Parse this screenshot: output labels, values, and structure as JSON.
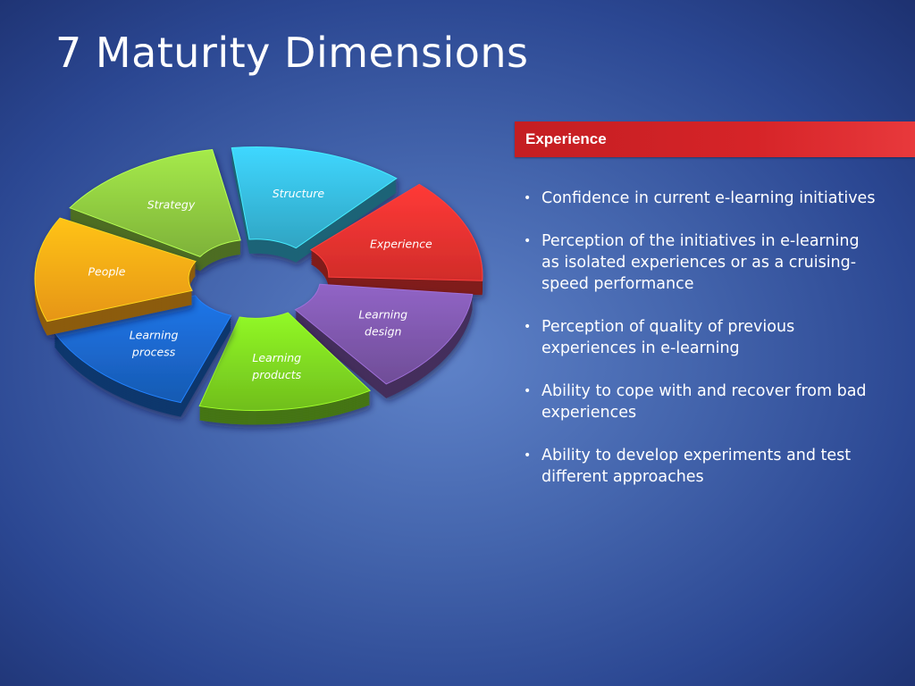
{
  "slide": {
    "title": "7 Maturity Dimensions"
  },
  "diagram": {
    "segments": [
      {
        "label": "Strategy",
        "color": "#8cc63f"
      },
      {
        "label": "Structure",
        "color": "#35b6d8"
      },
      {
        "label": "Experience",
        "color": "#e8312f"
      },
      {
        "label": "Learning design",
        "color": "#7b55a8"
      },
      {
        "label": "Learning products",
        "color": "#7cd320"
      },
      {
        "label": "Learning process",
        "color": "#1a64c6"
      },
      {
        "label": "People",
        "color": "#ffa514"
      }
    ],
    "highlighted": "Experience"
  },
  "panel": {
    "header": "Experience",
    "bullets": [
      "Confidence in current e-learning initiatives",
      "Perception of the initiatives in e-learning as isolated experiences or as a cruising-speed performance",
      "Perception of quality of previous experiences in e-learning",
      "Ability to cope with and recover from bad experiences",
      "Ability to develop experiments and test different approaches"
    ]
  },
  "colors": {
    "header_bar": "#d62428",
    "text": "#ffffff"
  }
}
